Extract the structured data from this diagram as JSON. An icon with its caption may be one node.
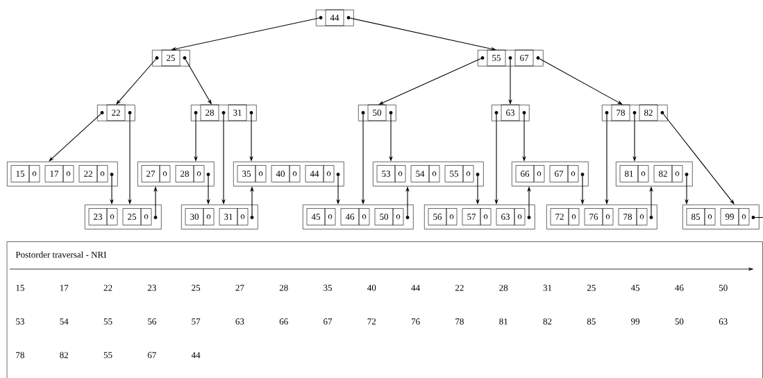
{
  "diagram": {
    "nodes": [
      {
        "text": [
          "44"
        ]
      },
      {
        "text": [
          "25"
        ]
      },
      {
        "text": [
          "55",
          "67"
        ]
      },
      {
        "text": [
          "22"
        ]
      },
      {
        "text": [
          "28",
          "31"
        ]
      },
      {
        "text": [
          "50"
        ]
      },
      {
        "text": [
          "63"
        ]
      },
      {
        "text": [
          "78",
          "82"
        ]
      },
      {
        "text": [
          "15",
          "o",
          "17",
          "o",
          "22",
          "o"
        ]
      },
      {
        "text": [
          "27",
          "o",
          "28",
          "o"
        ]
      },
      {
        "text": [
          "35",
          "o",
          "40",
          "o",
          "44",
          "o"
        ]
      },
      {
        "text": [
          "53",
          "o",
          "54",
          "o",
          "55",
          "o"
        ]
      },
      {
        "text": [
          "66",
          "o",
          "67",
          "o"
        ]
      },
      {
        "text": [
          "81",
          "o",
          "82",
          "o"
        ]
      },
      {
        "text": [
          "23",
          "o",
          "25",
          "o"
        ]
      },
      {
        "text": [
          "30",
          "o",
          "31",
          "o"
        ]
      },
      {
        "text": [
          "45",
          "o",
          "46",
          "o",
          "50",
          "o"
        ]
      },
      {
        "text": [
          "56",
          "o",
          "57",
          "o",
          "63",
          "o"
        ]
      },
      {
        "text": [
          "72",
          "o",
          "76",
          "o",
          "78",
          "o"
        ]
      },
      {
        "text": [
          "85",
          "o",
          "99",
          "o"
        ]
      }
    ],
    "edges": [
      {
        "from": 0,
        "to": 1,
        "arrow": "to"
      },
      {
        "from": 0,
        "to": 2,
        "arrow": "to"
      },
      {
        "from": 1,
        "to": 3,
        "arrow": "to"
      },
      {
        "from": 1,
        "to": 4,
        "arrow": "to"
      },
      {
        "from": 2,
        "to": 5,
        "arrow": "to"
      },
      {
        "from": 2,
        "to": 6,
        "arrow": "to"
      },
      {
        "from": 2,
        "to": 7,
        "arrow": "to"
      },
      {
        "from": 3,
        "to": 8,
        "arrow": "to"
      },
      {
        "from": 3,
        "to": 14,
        "arrow": "to"
      },
      {
        "from": 4,
        "to": 9,
        "arrow": "to"
      },
      {
        "from": 4,
        "to": 15,
        "arrow": "to"
      },
      {
        "from": 4,
        "to": 10,
        "arrow": "to"
      },
      {
        "from": 5,
        "to": 16,
        "arrow": "to"
      },
      {
        "from": 5,
        "to": 11,
        "arrow": "to"
      },
      {
        "from": 6,
        "to": 17,
        "arrow": "to"
      },
      {
        "from": 6,
        "to": 12,
        "arrow": "to"
      },
      {
        "from": 7,
        "to": 18,
        "arrow": "to"
      },
      {
        "from": 7,
        "to": 13,
        "arrow": "to"
      },
      {
        "from": 7,
        "to": 19,
        "arrow": "to"
      },
      {
        "from": 8,
        "to": 14,
        "arrow": "to"
      },
      {
        "from": 14,
        "to": 9,
        "arrow": "to"
      },
      {
        "from": 9,
        "to": 15,
        "arrow": "to"
      },
      {
        "from": 15,
        "to": 10,
        "arrow": "to"
      },
      {
        "from": 10,
        "to": 16,
        "arrow": "to"
      },
      {
        "from": 16,
        "to": 11,
        "arrow": "to"
      },
      {
        "from": 11,
        "to": 17,
        "arrow": "to"
      },
      {
        "from": 17,
        "to": 12,
        "arrow": "to"
      },
      {
        "from": 12,
        "to": 18,
        "arrow": "to"
      },
      {
        "from": 18,
        "to": 13,
        "arrow": "to"
      },
      {
        "from": 13,
        "to": 19,
        "arrow": "to"
      },
      {
        "from": 19,
        "to": null,
        "arrow": "none"
      }
    ],
    "labels": [
      "Postorder traversal - NRI",
      "15",
      "17",
      "22",
      "23",
      "25",
      "27",
      "28",
      "35",
      "40",
      "44",
      "22",
      "28",
      "31",
      "25",
      "45",
      "46",
      "50",
      "53",
      "54",
      "55",
      "56",
      "57",
      "63",
      "66",
      "67",
      "72",
      "76",
      "78",
      "81",
      "82",
      "85",
      "99",
      "50",
      "63",
      "78",
      "82",
      "55",
      "67",
      "44"
    ]
  }
}
